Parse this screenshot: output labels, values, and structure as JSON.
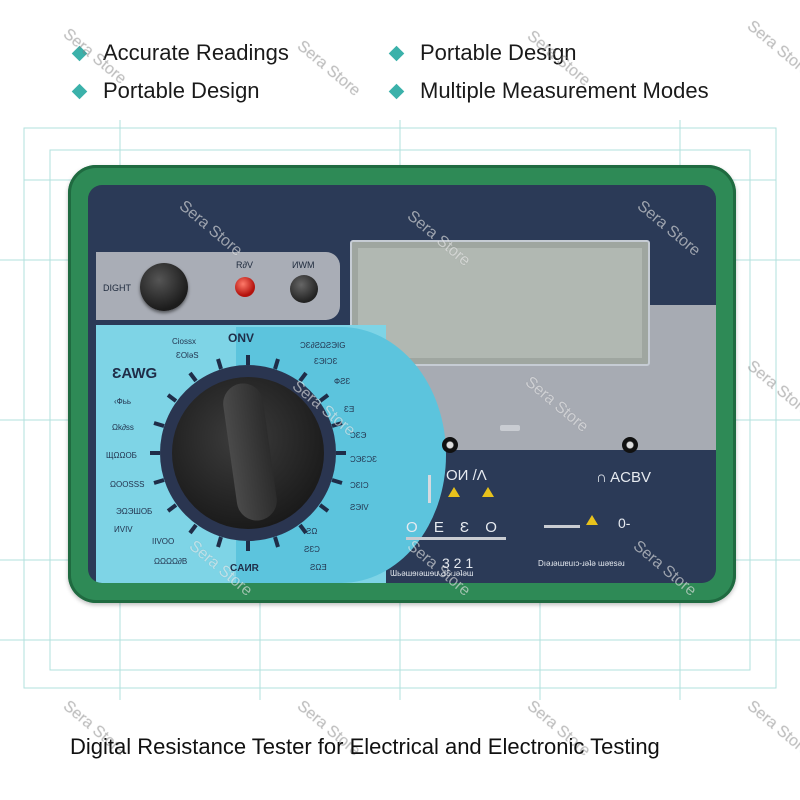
{
  "features": [
    {
      "label": "Accurate Readings"
    },
    {
      "label": "Portable Design"
    },
    {
      "label": "Portable Design"
    },
    {
      "label": "Multiple Measurement Modes"
    }
  ],
  "device": {
    "left_buttons": {
      "label1": "DIGHT",
      "label2": "R∂V",
      "label3": "ИWM"
    },
    "dial_top": "ONV",
    "dial_bottom": "CAИR",
    "dial_left_title": "ƐAWG",
    "dial_labels_left": [
      "Ciossx",
      "ƐOlǝS",
      "‹Фьь",
      "Ωk∂ss",
      "ЩΩΩОБ",
      "ΩOOSSS",
      "ЭΩЭШОБ",
      "ИVIV",
      "IIVOO",
      "ΩΩΩΩ∂B"
    ],
    "dial_labels_right": [
      "ƆƐ∂ƧΩƧЭIG",
      "ƐЭIƆƐ",
      "ФƧƐ",
      "ƐƎ",
      "ƆƐЭ",
      "ƆЭƐƆƐ",
      "ƆƐIƆ",
      "ƧЭIV",
      "ƧΩ",
      "ƧƐƆ",
      "ƧΩƎ"
    ],
    "mode_mid": "ОИ /Λ",
    "mode_right": "∩ ACBV",
    "keys_left": "О Е Ɛ О",
    "keys_nums": "3  2  1",
    "footer_left": "Ɯьəшɘıəшɘu ԀƐ ɹəʇəɯ",
    "footer_right": "Dıǝɹəɯɐuıɔ-ɹǝʇǝ ɯǝɐsǝɹ",
    "colors": {
      "body": "#2e8a56",
      "panel": "#2b3a57",
      "dial": "#7ed4e6",
      "lcd": "#b1b8b2"
    }
  },
  "watermark": "Sera Store",
  "caption": "Digital Resistance Tester for Electrical and Electronic Testing"
}
